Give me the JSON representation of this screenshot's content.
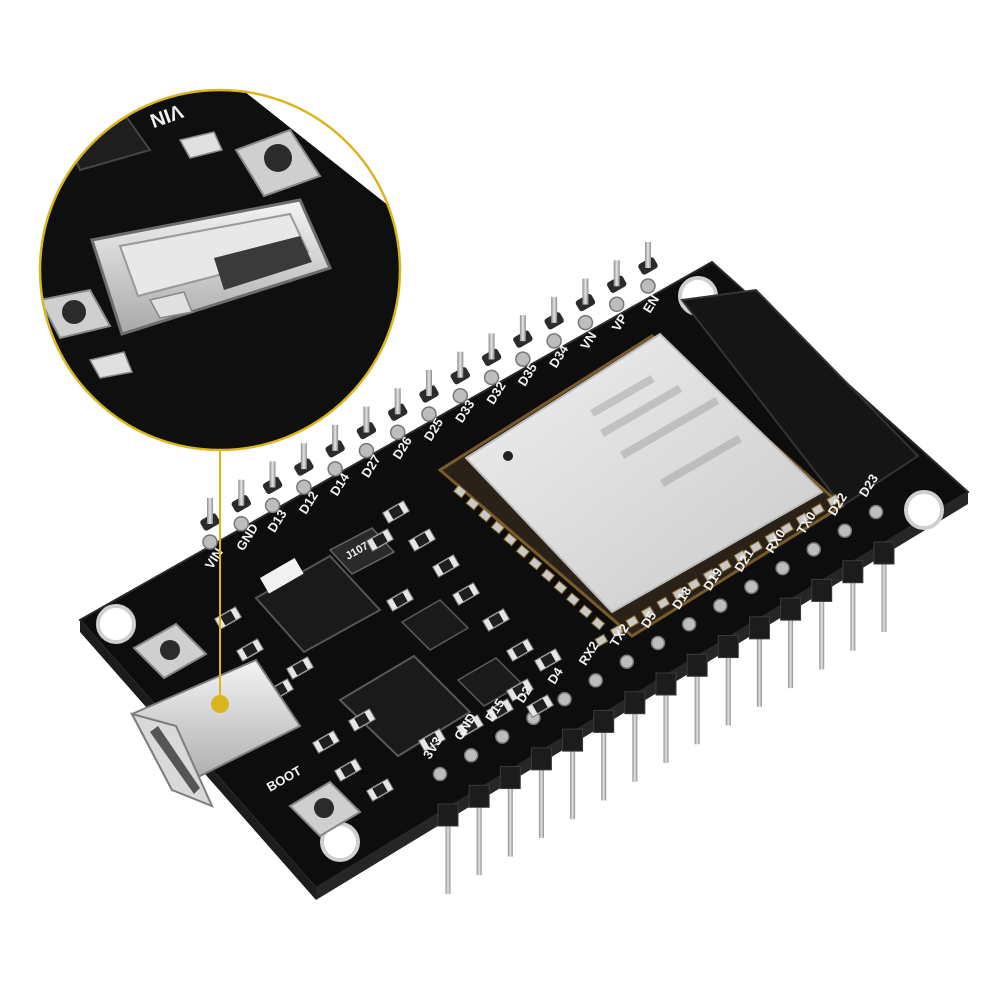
{
  "board": {
    "top_pin_labels": [
      "VIN",
      "GND",
      "D13",
      "D12",
      "D14",
      "D27",
      "D26",
      "D25",
      "D33",
      "D32",
      "D35",
      "D34",
      "VN",
      "VP",
      "EN"
    ],
    "bottom_pin_labels": [
      "3V3",
      "GND",
      "D15",
      "D2",
      "D4",
      "RX2",
      "TX2",
      "D5",
      "D18",
      "D19",
      "D21",
      "RX0",
      "TX0",
      "D22",
      "D23"
    ],
    "boot_label": "BOOT",
    "regulator_marking": "J107"
  },
  "zoom_inset": {
    "label": "VIN"
  },
  "colors": {
    "pcb": "#111111",
    "silkscreen": "#f2f2f2",
    "callout": "#d9b520",
    "shield": "#d8d8d8",
    "pin_metal": "#bfbfbf"
  }
}
